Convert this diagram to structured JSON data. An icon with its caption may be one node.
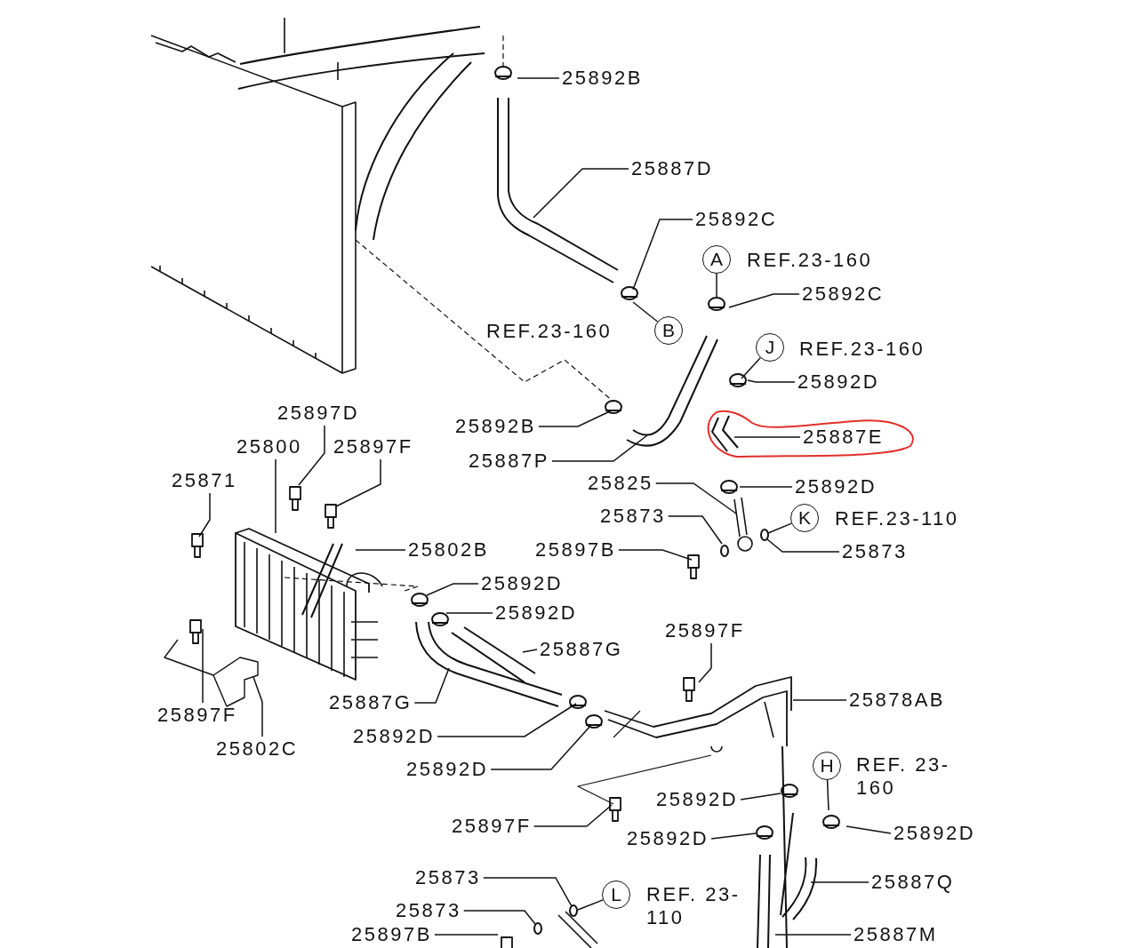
{
  "diagram": {
    "nodes": [
      {
        "text": [
          "25892B"
        ]
      },
      {
        "text": [
          "25887D"
        ]
      },
      {
        "text": [
          "25892C"
        ]
      },
      {
        "text": [
          "A"
        ],
        "beside": [
          "REF.23-160"
        ]
      },
      {
        "text": [
          "25892C"
        ]
      },
      {
        "text": [
          "B"
        ],
        "beside": [
          "REF.23-160"
        ]
      },
      {
        "text": [
          "J"
        ],
        "beside": [
          "REF.23-160"
        ]
      },
      {
        "text": [
          "25892D"
        ]
      },
      {
        "text": [
          "25887E"
        ]
      },
      {
        "text": [
          "25892B"
        ]
      },
      {
        "text": [
          "25887P"
        ]
      },
      {
        "text": [
          "25825"
        ]
      },
      {
        "text": [
          "25892D"
        ]
      },
      {
        "text": [
          "25873"
        ]
      },
      {
        "text": [
          "K"
        ],
        "beside": [
          "REF.23-110"
        ]
      },
      {
        "text": [
          "25873"
        ]
      },
      {
        "text": [
          "25897B"
        ]
      },
      {
        "text": [
          "25897D"
        ]
      },
      {
        "text": [
          "25800"
        ]
      },
      {
        "text": [
          "25897F"
        ]
      },
      {
        "text": [
          "25871"
        ]
      },
      {
        "text": [
          "25802B"
        ]
      },
      {
        "text": [
          "25892D"
        ]
      },
      {
        "text": [
          "25892D"
        ]
      },
      {
        "text": [
          "25887G"
        ]
      },
      {
        "text": [
          "25897F"
        ]
      },
      {
        "text": [
          "25887G"
        ]
      },
      {
        "text": [
          "25878AB"
        ]
      },
      {
        "text": [
          "25897F"
        ]
      },
      {
        "text": [
          "25802C"
        ]
      },
      {
        "text": [
          "25892D"
        ]
      },
      {
        "text": [
          "25892D"
        ]
      },
      {
        "text": [
          "H"
        ],
        "beside": [
          "REF. 23-160"
        ]
      },
      {
        "text": [
          "25892D"
        ]
      },
      {
        "text": [
          "25897F"
        ]
      },
      {
        "text": [
          "25892D"
        ]
      },
      {
        "text": [
          "25892D"
        ]
      },
      {
        "text": [
          "25873"
        ]
      },
      {
        "text": [
          "L"
        ],
        "beside": [
          "REF. 23-110"
        ]
      },
      {
        "text": [
          "25887Q"
        ]
      },
      {
        "text": [
          "25873"
        ]
      },
      {
        "text": [
          "25897B"
        ]
      },
      {
        "text": [
          "25887M"
        ]
      }
    ],
    "edges": [
      {
        "from": 0,
        "to": null,
        "arrow": "none"
      },
      {
        "from": 1,
        "to": null,
        "arrow": "none"
      },
      {
        "from": 2,
        "to": null,
        "arrow": "none"
      },
      {
        "from": 3,
        "to": null,
        "arrow": "none"
      },
      {
        "from": 4,
        "to": null,
        "arrow": "none"
      },
      {
        "from": 5,
        "to": null,
        "arrow": "none"
      },
      {
        "from": 6,
        "to": null,
        "arrow": "none"
      },
      {
        "from": 7,
        "to": null,
        "arrow": "none"
      },
      {
        "from": 8,
        "to": null,
        "arrow": "none"
      },
      {
        "from": 9,
        "to": null,
        "arrow": "none"
      },
      {
        "from": 10,
        "to": null,
        "arrow": "none"
      },
      {
        "from": 11,
        "to": null,
        "arrow": "none"
      },
      {
        "from": 12,
        "to": null,
        "arrow": "none"
      },
      {
        "from": 13,
        "to": null,
        "arrow": "none"
      },
      {
        "from": 14,
        "to": null,
        "arrow": "none"
      },
      {
        "from": 15,
        "to": null,
        "arrow": "none"
      },
      {
        "from": 16,
        "to": null,
        "arrow": "none"
      },
      {
        "from": 17,
        "to": null,
        "arrow": "none"
      },
      {
        "from": 18,
        "to": null,
        "arrow": "none"
      },
      {
        "from": 19,
        "to": null,
        "arrow": "none"
      },
      {
        "from": 20,
        "to": null,
        "arrow": "none"
      },
      {
        "from": 21,
        "to": null,
        "arrow": "none"
      },
      {
        "from": 22,
        "to": null,
        "arrow": "none"
      },
      {
        "from": 23,
        "to": null,
        "arrow": "none"
      },
      {
        "from": 24,
        "to": null,
        "arrow": "none"
      },
      {
        "from": 25,
        "to": null,
        "arrow": "none"
      },
      {
        "from": 26,
        "to": null,
        "arrow": "none"
      },
      {
        "from": 27,
        "to": null,
        "arrow": "none"
      },
      {
        "from": 28,
        "to": null,
        "arrow": "none"
      },
      {
        "from": 29,
        "to": null,
        "arrow": "none"
      },
      {
        "from": 30,
        "to": null,
        "arrow": "none"
      },
      {
        "from": 31,
        "to": null,
        "arrow": "none"
      },
      {
        "from": 32,
        "to": null,
        "arrow": "none"
      },
      {
        "from": 33,
        "to": null,
        "arrow": "none"
      },
      {
        "from": 34,
        "to": null,
        "arrow": "none"
      },
      {
        "from": 35,
        "to": null,
        "arrow": "none"
      },
      {
        "from": 36,
        "to": null,
        "arrow": "none"
      },
      {
        "from": 37,
        "to": null,
        "arrow": "none"
      },
      {
        "from": 38,
        "to": null,
        "arrow": "none"
      },
      {
        "from": 39,
        "to": null,
        "arrow": "none"
      },
      {
        "from": 40,
        "to": null,
        "arrow": "none"
      },
      {
        "from": 41,
        "to": null,
        "arrow": "none"
      },
      {
        "from": 42,
        "to": null,
        "arrow": "none"
      }
    ]
  }
}
